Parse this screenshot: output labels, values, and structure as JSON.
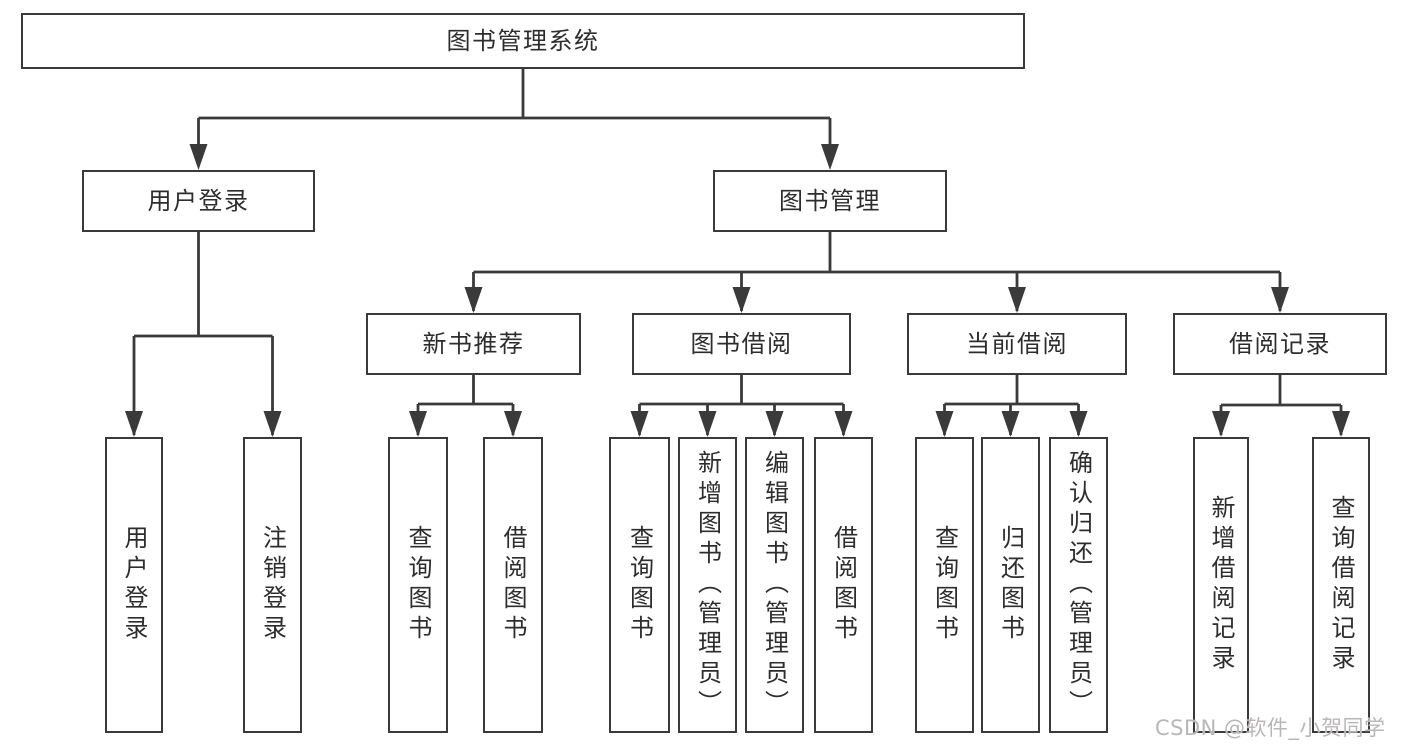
{
  "diagram_title": "图书管理系统",
  "tree": {
    "root": {
      "label": "图书管理系统",
      "children": [
        {
          "label": "用户登录",
          "children": [
            {
              "label": "用户登录"
            },
            {
              "label": "注销登录"
            }
          ]
        },
        {
          "label": "图书管理",
          "children": [
            {
              "label": "新书推荐",
              "children": [
                {
                  "label": "查询图书"
                },
                {
                  "label": "借阅图书"
                }
              ]
            },
            {
              "label": "图书借阅",
              "children": [
                {
                  "label": "查询图书"
                },
                {
                  "label": "新增图书（管理员）"
                },
                {
                  "label": "编辑图书（管理员）"
                },
                {
                  "label": "借阅图书"
                }
              ]
            },
            {
              "label": "当前借阅",
              "children": [
                {
                  "label": "查询图书"
                },
                {
                  "label": "归还图书"
                },
                {
                  "label": "确认归还（管理员）"
                }
              ]
            },
            {
              "label": "借阅记录",
              "children": [
                {
                  "label": "新增借阅记录"
                },
                {
                  "label": "查询借阅记录"
                }
              ]
            }
          ]
        }
      ]
    }
  },
  "watermark": {
    "text": "CSDN @软件_小贺同学"
  },
  "colors": {
    "line": "#3a3a3a",
    "border": "#3a3a3a",
    "text": "#2d2d2d",
    "background": "#ffffff",
    "watermark": "#b9b6b6"
  }
}
